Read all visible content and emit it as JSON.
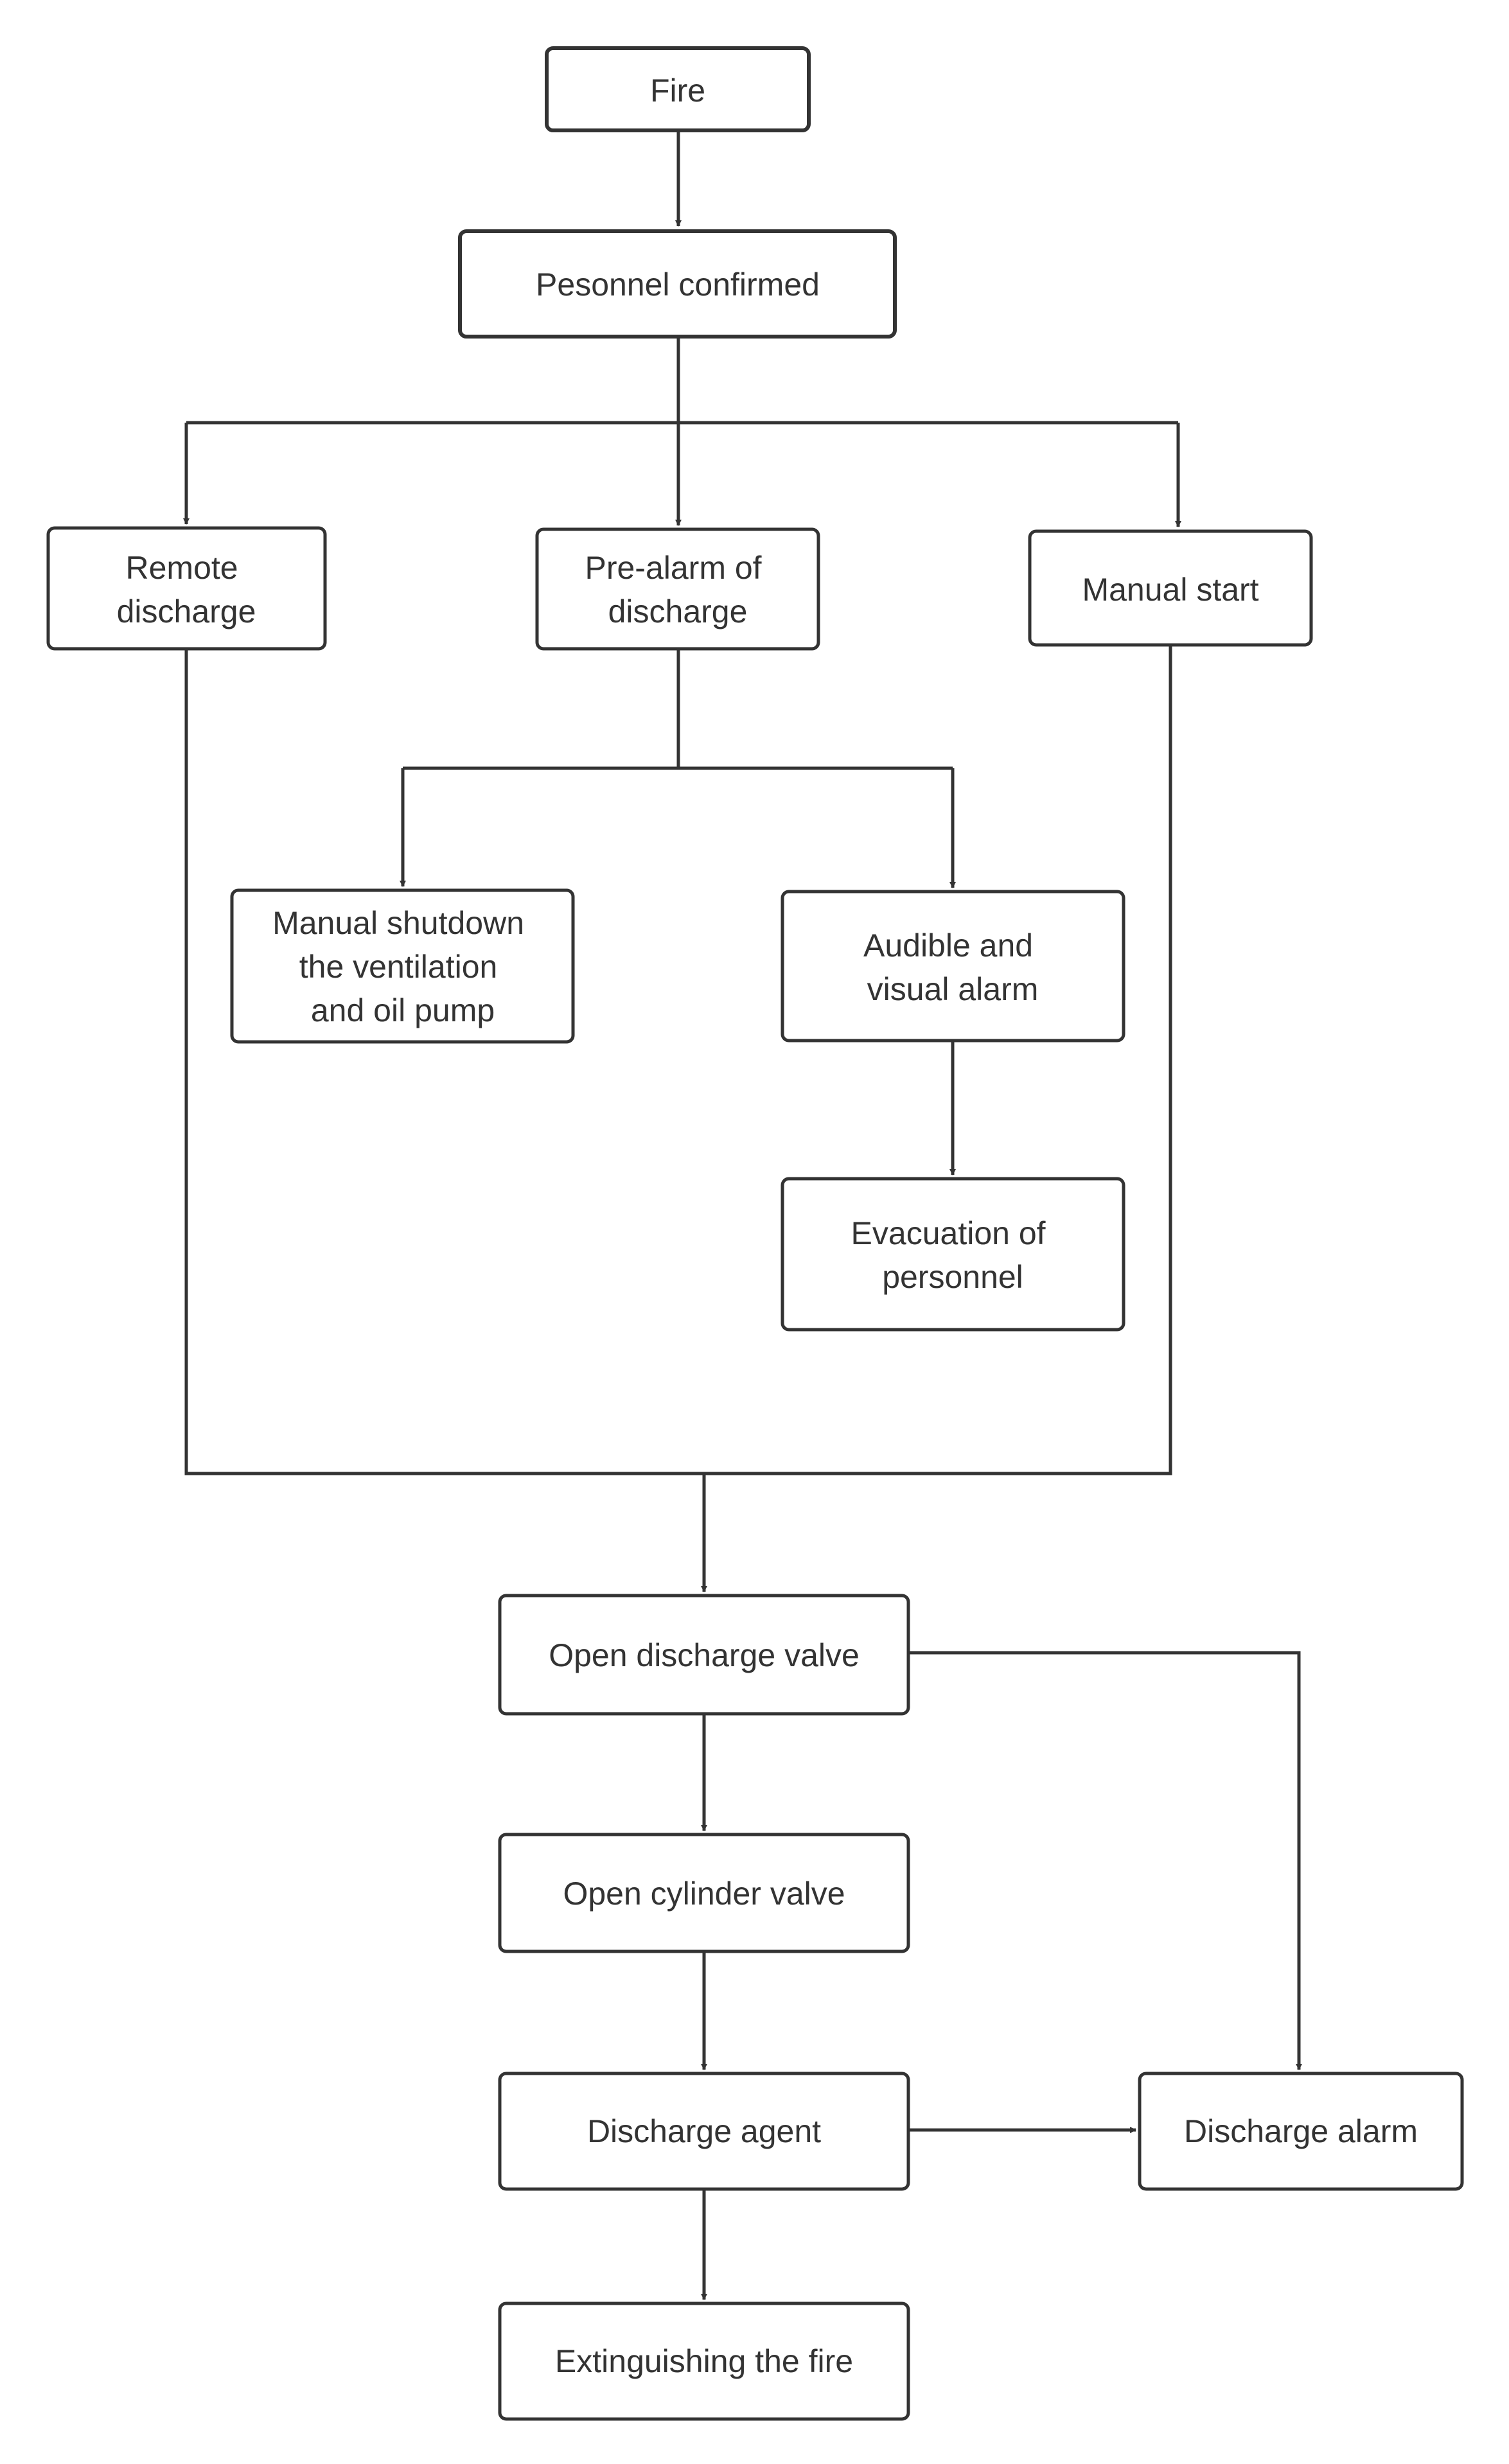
{
  "nodes": {
    "fire": [
      "Fire"
    ],
    "personnel": [
      "Pesonnel confirmed"
    ],
    "remote": [
      "Remote",
      "discharge"
    ],
    "prealarm": [
      "Pre-alarm of",
      "discharge"
    ],
    "manual_start": [
      "Manual start"
    ],
    "shutdown": [
      "Manual shutdown",
      "the ventilation",
      "and oil pump"
    ],
    "audible": [
      "Audible and",
      "visual alarm"
    ],
    "evacuation": [
      "Evacuation of",
      "personnel"
    ],
    "open_discharge": [
      "Open discharge valve"
    ],
    "open_cylinder": [
      "Open cylinder valve"
    ],
    "agent": [
      "Discharge agent"
    ],
    "alarm": [
      "Discharge alarm"
    ],
    "extinguish": [
      "Extinguishing the fire"
    ]
  },
  "colors": {
    "stroke": "#333333",
    "text": "#333333",
    "background": "#ffffff"
  }
}
